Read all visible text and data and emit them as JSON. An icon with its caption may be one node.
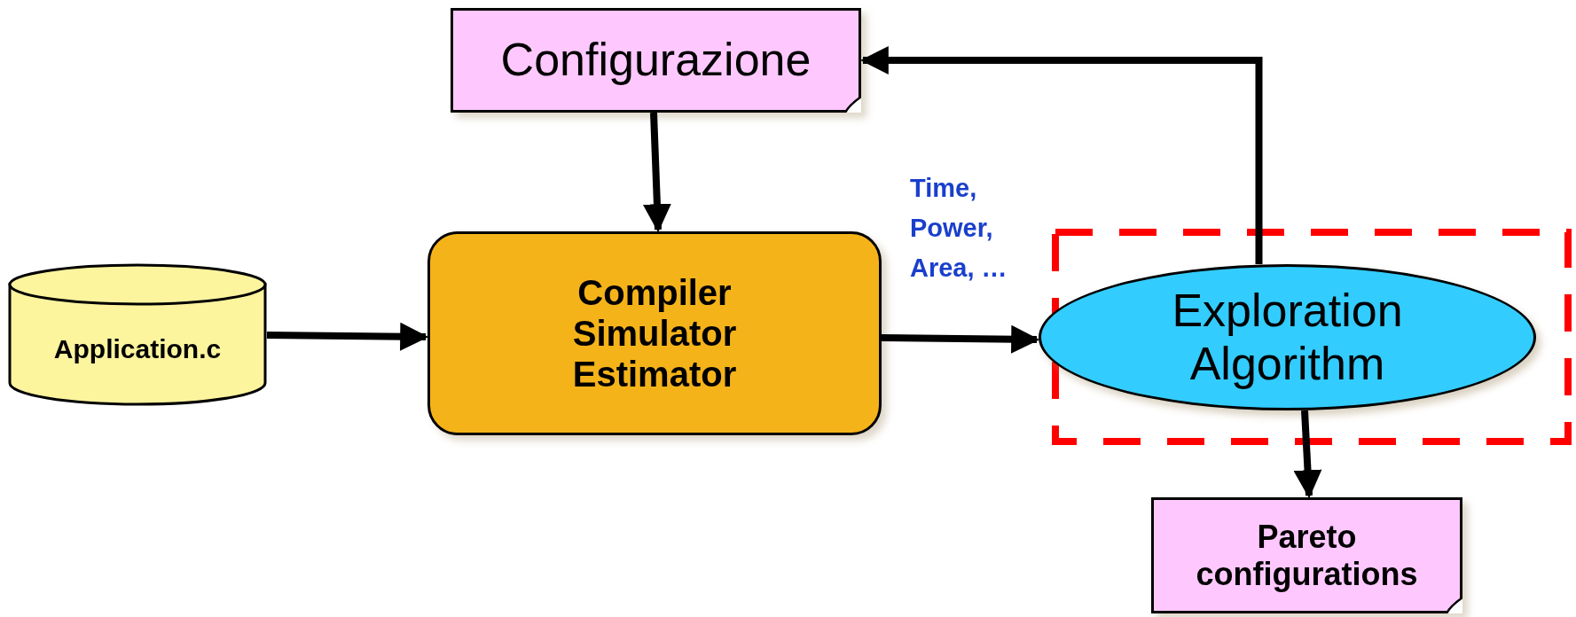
{
  "diagram": {
    "nodes": [
      {
        "text": [
          "Configurazione"
        ]
      },
      {
        "text": [
          "Application.c"
        ]
      },
      {
        "text": [
          "Compiler Simulator Estimator"
        ]
      },
      {
        "text": [
          "Exploration Algorithm"
        ]
      },
      {
        "text": [
          "Pareto configurations"
        ]
      }
    ],
    "edges": [
      {
        "from": 1,
        "to": 2,
        "arrow": "to"
      },
      {
        "from": 0,
        "to": 2,
        "arrow": "to"
      },
      {
        "from": 2,
        "to": 3,
        "arrow": "to",
        "label": "Time, Power, Area, …"
      },
      {
        "from": 3,
        "to": 0,
        "arrow": "to"
      },
      {
        "from": 3,
        "to": 4,
        "arrow": "to"
      }
    ]
  }
}
